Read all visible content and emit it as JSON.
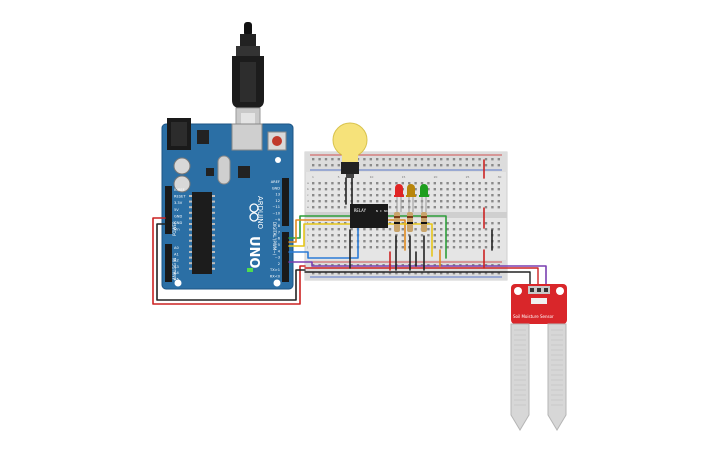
{
  "arduino": {
    "brand": "ARDUINO",
    "model": "UNO",
    "power_header_labels": [
      "IOREF",
      "RESET",
      "3.3V",
      "5V",
      "GND",
      "GND",
      "Vin"
    ],
    "analog_header_labels": [
      "A0",
      "A1",
      "A2",
      "A3",
      "A4",
      "A5"
    ],
    "digital_header_labels": [
      "AREF",
      "GND",
      "13",
      "12",
      "~11",
      "~10",
      "~9",
      "8",
      "7",
      "~6",
      "~5",
      "4",
      "~3",
      "2",
      "TX>1",
      "RX<0"
    ],
    "power_title": "POWER",
    "analog_title": "ANALOG IN",
    "digital_title": "DIGITAL (PWM~)",
    "board_color": "#2b6fa5"
  },
  "relay": {
    "label": "RELAY",
    "pin_labels": [
      "N",
      "C",
      "NO"
    ]
  },
  "soil_sensor": {
    "label": "Soil Moisture Sensor",
    "board_color": "#d9262a"
  },
  "leds": [
    {
      "color": "#e02424"
    },
    {
      "color": "#b8860b"
    },
    {
      "color": "#1e9e1e"
    }
  ],
  "breadboard": {
    "column_numbers": [
      "1",
      "5",
      "10",
      "15",
      "20",
      "25",
      "30"
    ],
    "row_letters": [
      "a",
      "b",
      "c",
      "d",
      "e",
      "f",
      "g",
      "h",
      "i",
      "j"
    ]
  },
  "colors": {
    "wire_red": "#cc2222",
    "wire_black": "#222222",
    "wire_green": "#2e9d3a",
    "wire_orange": "#e08a1e",
    "wire_yellow": "#e6c619",
    "wire_blue": "#2b7bd6",
    "wire_purple": "#7a3fb0",
    "bulb": "#f6e27a"
  }
}
